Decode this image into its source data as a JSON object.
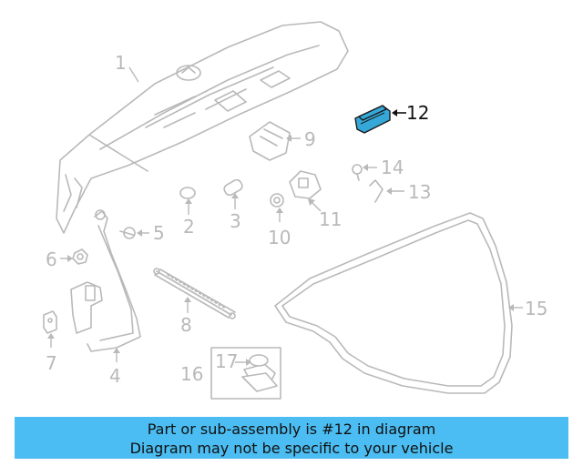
{
  "callouts": {
    "c1": "1",
    "c2": "2",
    "c3": "3",
    "c4": "4",
    "c5": "5",
    "c6": "6",
    "c7": "7",
    "c8": "8",
    "c9": "9",
    "c10": "10",
    "c11": "11",
    "c12": "12",
    "c13": "13",
    "c14": "14",
    "c15": "15",
    "c16": "16",
    "c17": "17"
  },
  "highlight": {
    "part": "12",
    "color": "#35a8d8"
  },
  "banner": {
    "line1": "Part or sub-assembly is #12 in diagram",
    "line2": "Diagram may not be specific to your vehicle",
    "background": "#4bbdf2"
  }
}
